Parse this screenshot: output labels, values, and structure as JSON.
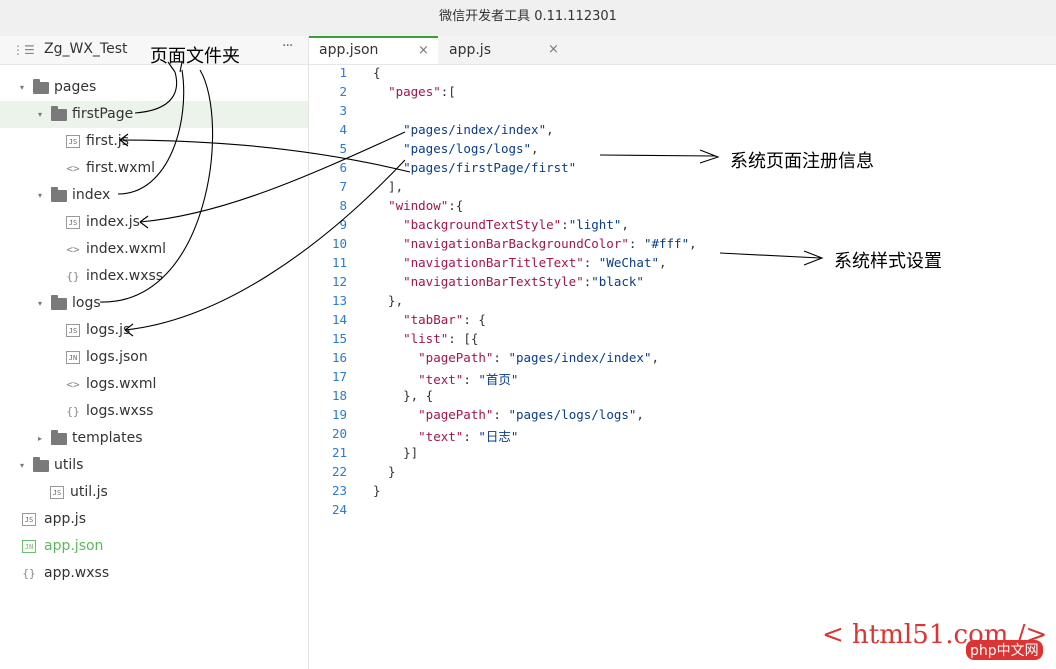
{
  "window": {
    "title": "微信开发者工具 0.11.112301"
  },
  "sidebar": {
    "project_name": "Zg_WX_Test",
    "more_label": "···",
    "tree": [
      {
        "label": "pages",
        "type": "folder",
        "arrow": "▾"
      },
      {
        "label": "firstPage",
        "type": "folder",
        "arrow": "▾"
      },
      {
        "label": "first.js",
        "type": "js",
        "icon": "JS"
      },
      {
        "label": "first.wxml",
        "type": "wxml",
        "icon": "<>"
      },
      {
        "label": "index",
        "type": "folder",
        "arrow": "▾"
      },
      {
        "label": "index.js",
        "type": "js",
        "icon": "JS"
      },
      {
        "label": "index.wxml",
        "type": "wxml",
        "icon": "<>"
      },
      {
        "label": "index.wxss",
        "type": "wxss",
        "icon": "{}"
      },
      {
        "label": "logs",
        "type": "folder",
        "arrow": "▾"
      },
      {
        "label": "logs.js",
        "type": "js",
        "icon": "JS"
      },
      {
        "label": "logs.json",
        "type": "json",
        "icon": "JN"
      },
      {
        "label": "logs.wxml",
        "type": "wxml",
        "icon": "<>"
      },
      {
        "label": "logs.wxss",
        "type": "wxss",
        "icon": "{}"
      },
      {
        "label": "templates",
        "type": "folder",
        "arrow": "▸"
      },
      {
        "label": "utils",
        "type": "folder",
        "arrow": "▾"
      },
      {
        "label": "util.js",
        "type": "js",
        "icon": "JS"
      },
      {
        "label": "app.js",
        "type": "js",
        "icon": "JS"
      },
      {
        "label": "app.json",
        "type": "json",
        "icon": "JN"
      },
      {
        "label": "app.wxss",
        "type": "wxss",
        "icon": "{}"
      }
    ]
  },
  "tabs": [
    {
      "label": "app.json",
      "close": "×"
    },
    {
      "label": "app.js",
      "close": "×"
    }
  ],
  "editor": {
    "lines": [
      "{",
      "  \"pages\":[",
      "",
      "    \"pages/index/index\",",
      "    \"pages/logs/logs\",",
      "    \"pages/firstPage/first\"",
      "  ],",
      "  \"window\":{",
      "    \"backgroundTextStyle\":\"light\",",
      "    \"navigationBarBackgroundColor\": \"#fff\",",
      "    \"navigationBarTitleText\": \"WeChat\",",
      "    \"navigationBarTextStyle\":\"black\"",
      "  },",
      "    \"tabBar\": {",
      "    \"list\": [{",
      "      \"pagePath\": \"pages/index/index\",",
      "      \"text\": \"首页\"",
      "    }, {",
      "      \"pagePath\": \"pages/logs/logs\",",
      "      \"text\": \"日志\"",
      "    }]",
      "  }",
      "}",
      ""
    ]
  },
  "annotations": {
    "folder_note": "页面文件夹",
    "pages_note": "系统页面注册信息",
    "window_note": "系统样式设置"
  },
  "watermark": {
    "text": "< html51.com />",
    "badge": "php中文网"
  },
  "colors": {
    "accent": "#3c9f3c",
    "selected_row": "#ebf3ea",
    "line_numbers": "#2b7bd1",
    "watermark": "#dd3333"
  }
}
